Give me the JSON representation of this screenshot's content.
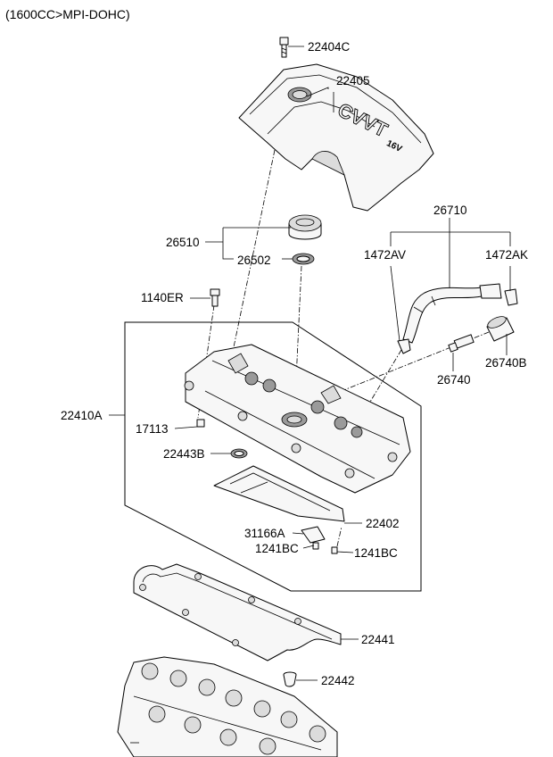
{
  "header": {
    "engine_spec": "(1600CC>MPI-DOHC)"
  },
  "cover_branding": {
    "model": "CVVT",
    "badge": "16V"
  },
  "parts": {
    "p22404C": "22404C",
    "p22405": "22405",
    "p26710": "26710",
    "p26510": "26510",
    "p1472AV": "1472AV",
    "p1472AK": "1472AK",
    "p26502": "26502",
    "p1140ER": "1140ER",
    "p26740B": "26740B",
    "p26740": "26740",
    "p22410A": "22410A",
    "p17113": "17113",
    "p22443B": "22443B",
    "p22402": "22402",
    "p31166A": "31166A",
    "p1241BC_left": "1241BC",
    "p1241BC_right": "1241BC",
    "p22441": "22441",
    "p22442": "22442"
  }
}
